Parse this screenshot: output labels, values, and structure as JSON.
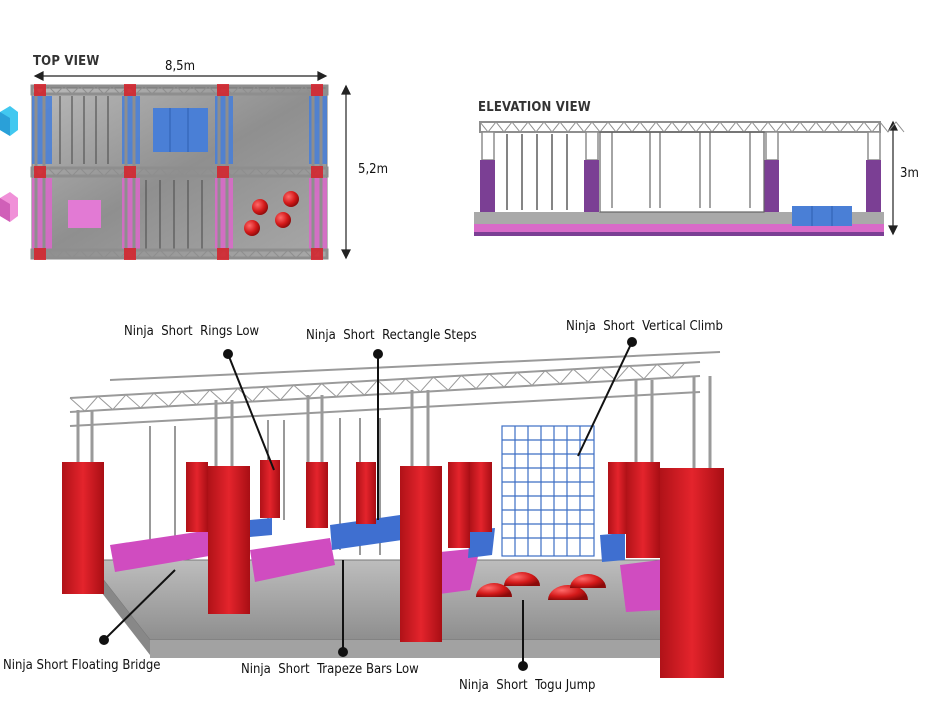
{
  "top_view": {
    "title": "TOP VIEW",
    "width_label": "8,5m",
    "depth_label": "5,2m"
  },
  "elevation_view": {
    "title": "ELEVATION VIEW",
    "height_label": "3m"
  },
  "callouts": {
    "rings_low": "Ninja  Short  Rings Low",
    "rectangle_steps": "Ninja  Short  Rectangle Steps",
    "vertical_climb": "Ninja  Short  Vertical Climb",
    "floating_bridge": "Ninja Short Floating Bridge",
    "trapeze_bars_low": "Ninja  Short  Trapeze Bars Low",
    "togu_jump": "Ninja  Short  Togu Jump"
  },
  "colors": {
    "blue": "#4a7fd6",
    "pink": "#d86ac8",
    "red": "#d8202a",
    "purple": "#7b3f94",
    "truss": "#9a9a9a",
    "floor": "#9d9d9d"
  }
}
